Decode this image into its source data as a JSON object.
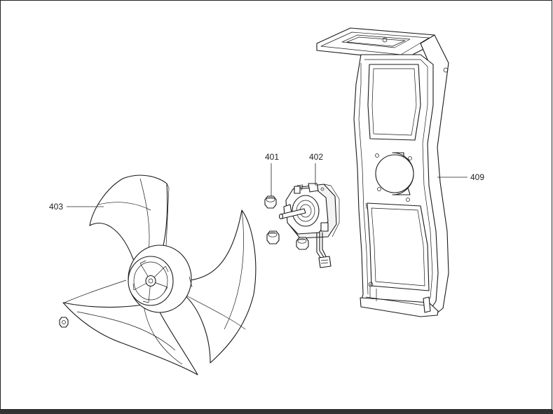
{
  "diagram": {
    "callouts": {
      "fan_blade": "403",
      "nut": "401",
      "motor": "402",
      "motor_bracket": "409"
    }
  }
}
